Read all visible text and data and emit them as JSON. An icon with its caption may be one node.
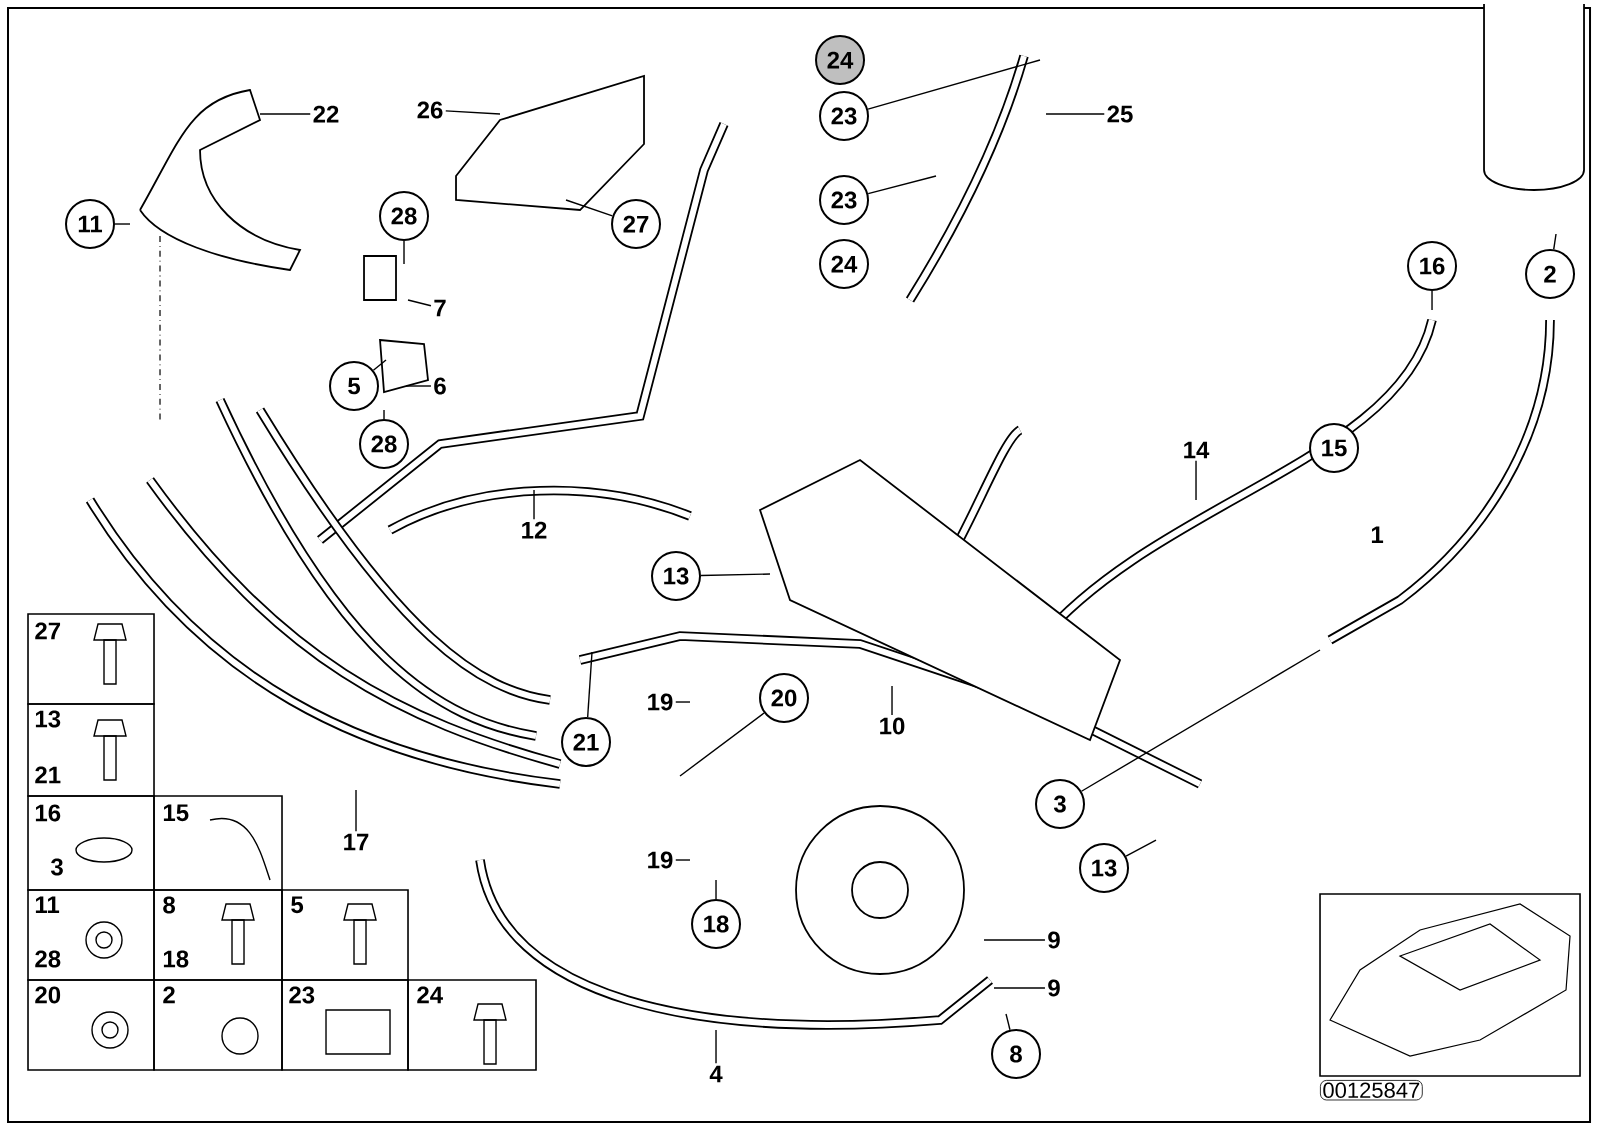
{
  "diagram": {
    "nodes": [
      {
        "text": [
          "24"
        ]
      },
      {
        "text": [
          "22"
        ]
      },
      {
        "text": [
          "26"
        ]
      },
      {
        "text": [
          "25"
        ]
      },
      {
        "text": [
          "23"
        ]
      },
      {
        "text": [
          "23"
        ]
      },
      {
        "text": [
          "11"
        ]
      },
      {
        "text": [
          "28"
        ]
      },
      {
        "text": [
          "27"
        ]
      },
      {
        "text": [
          "24"
        ]
      },
      {
        "text": [
          "16"
        ]
      },
      {
        "text": [
          "2"
        ]
      },
      {
        "text": [
          "7"
        ]
      },
      {
        "text": [
          "5"
        ]
      },
      {
        "text": [
          "6"
        ]
      },
      {
        "text": [
          "28"
        ]
      },
      {
        "text": [
          "15"
        ]
      },
      {
        "text": [
          "14"
        ]
      },
      {
        "text": [
          "12"
        ]
      },
      {
        "text": [
          "13"
        ]
      },
      {
        "text": [
          "20"
        ]
      },
      {
        "text": [
          "19"
        ]
      },
      {
        "text": [
          "10"
        ]
      },
      {
        "text": [
          "21"
        ]
      },
      {
        "text": [
          "3"
        ]
      },
      {
        "text": [
          "17"
        ]
      },
      {
        "text": [
          "19"
        ]
      },
      {
        "text": [
          "13"
        ]
      },
      {
        "text": [
          "18"
        ]
      },
      {
        "text": [
          "9"
        ]
      },
      {
        "text": [
          "9"
        ]
      },
      {
        "text": [
          "8"
        ]
      },
      {
        "text": [
          "4"
        ]
      }
    ],
    "edges": [
      {
        "from": 1,
        "to": null,
        "arrow": "none"
      },
      {
        "from": 2,
        "to": null,
        "arrow": "none"
      },
      {
        "from": 3,
        "to": null,
        "arrow": "none"
      },
      {
        "from": 4,
        "to": null,
        "arrow": "none"
      },
      {
        "from": 5,
        "to": null,
        "arrow": "none"
      },
      {
        "from": 6,
        "to": null,
        "arrow": "none"
      },
      {
        "from": 7,
        "to": null,
        "arrow": "none"
      },
      {
        "from": 8,
        "to": null,
        "arrow": "none"
      },
      {
        "from": 10,
        "to": null,
        "arrow": "none"
      },
      {
        "from": 11,
        "to": null,
        "arrow": "none"
      },
      {
        "from": 12,
        "to": null,
        "arrow": "none"
      },
      {
        "from": 13,
        "to": null,
        "arrow": "none"
      },
      {
        "from": 14,
        "to": null,
        "arrow": "none"
      },
      {
        "from": 15,
        "to": null,
        "arrow": "none"
      },
      {
        "from": 17,
        "to": null,
        "arrow": "none"
      },
      {
        "from": 18,
        "to": null,
        "arrow": "none"
      },
      {
        "from": 19,
        "to": null,
        "arrow": "none"
      },
      {
        "from": 20,
        "to": null,
        "arrow": "none"
      },
      {
        "from": 21,
        "to": null,
        "arrow": "none"
      },
      {
        "from": 22,
        "to": null,
        "arrow": "none"
      },
      {
        "from": 23,
        "to": null,
        "arrow": "none"
      },
      {
        "from": 24,
        "to": null,
        "arrow": "none"
      },
      {
        "from": 25,
        "to": null,
        "arrow": "none"
      },
      {
        "from": 26,
        "to": null,
        "arrow": "none"
      },
      {
        "from": 27,
        "to": null,
        "arrow": "none"
      },
      {
        "from": 28,
        "to": null,
        "arrow": "none"
      },
      {
        "from": 29,
        "to": null,
        "arrow": "none"
      },
      {
        "from": 30,
        "to": null,
        "arrow": "none"
      },
      {
        "from": 31,
        "to": null,
        "arrow": "none"
      },
      {
        "from": 32,
        "to": null,
        "arrow": "none"
      }
    ],
    "labels": [
      "1",
      "27",
      "13",
      "21",
      "16",
      "3",
      "15",
      "11",
      "28",
      "8",
      "18",
      "5",
      "20",
      "2",
      "23",
      "24",
      "00125847"
    ]
  }
}
